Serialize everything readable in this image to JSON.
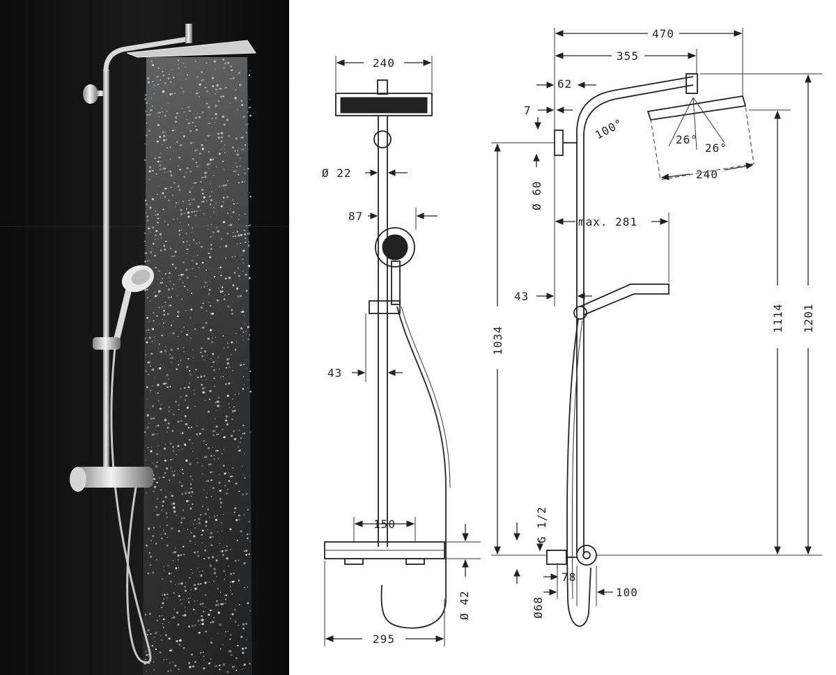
{
  "figure": {
    "front_view": {
      "head_width": "240",
      "rail_diameter": "Ø 22",
      "holder_offset": "87",
      "rail_depth": "43",
      "mixer_spacing": "150",
      "mixer_height": "Ø 42",
      "mixer_width": "295"
    },
    "side_view": {
      "arm_reach": "470",
      "arm_center": "355",
      "wall_offset": "62",
      "head_drop": "7",
      "rosette_diameter": "Ø 60",
      "hand_reach": "max. 281",
      "hand_depth": "43",
      "arm_angle": "100°",
      "spray_angle_left": "26°",
      "spray_angle_right": "26°",
      "head_width": "240",
      "rail_height": "1034",
      "head_height": "1114",
      "total_height": "1201",
      "connection_thread": "G 1/2",
      "connection_diameter": "Ø68",
      "connection_offset": "78",
      "mixer_depth": "100"
    }
  }
}
